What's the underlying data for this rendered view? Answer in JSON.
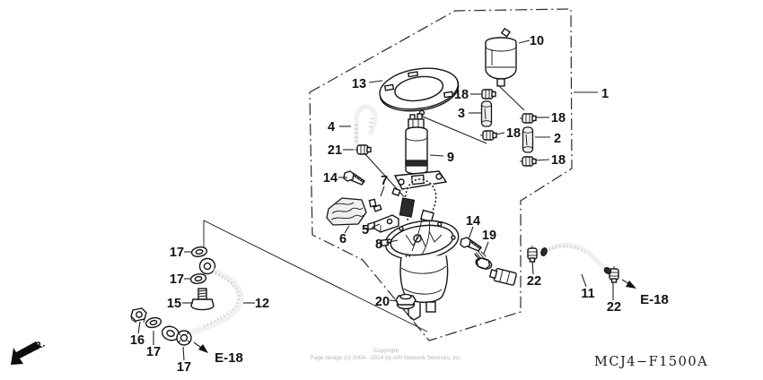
{
  "diagram": {
    "code": "MCJ4−F1500A",
    "footer": {
      "copyright_line1": "Copyright",
      "copyright_line2": "Page design (c) 2004 - 2014 by ARI Network Services, Inc."
    },
    "orientation": {
      "front_label": "FR."
    },
    "references": {
      "e18_left": "E-18",
      "e18_right": "E-18"
    },
    "callouts": {
      "c1": "1",
      "c2": "2",
      "c3": "3",
      "c4": "4",
      "c5": "5",
      "c6": "6",
      "c7": "7",
      "c8": "8",
      "c9": "9",
      "c10": "10",
      "c11": "11",
      "c12": "12",
      "c13": "13",
      "c14": "14",
      "c15": "15",
      "c16": "16",
      "c17": "17",
      "c18": "18",
      "c19": "19",
      "c20": "20",
      "c21": "21",
      "c22": "22"
    }
  }
}
